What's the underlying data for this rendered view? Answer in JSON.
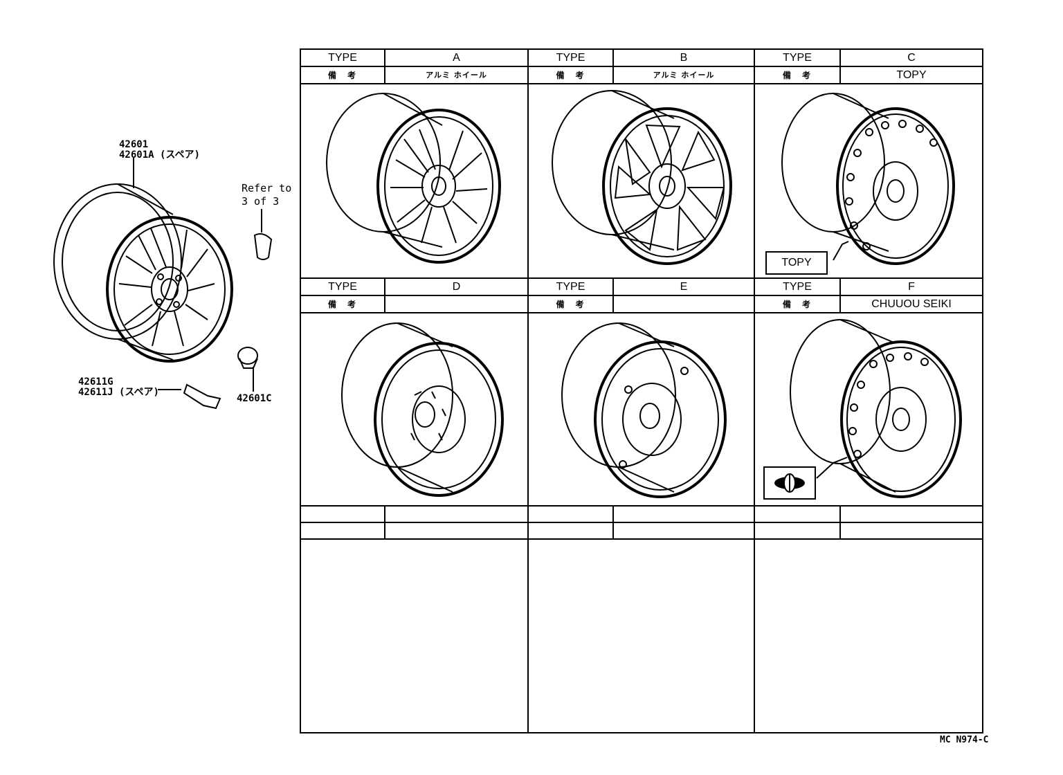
{
  "left_parts": {
    "wheel_part_no_1": "42601",
    "wheel_part_no_2": "42601A (スペア)",
    "refer_line_1": "Refer to",
    "refer_line_2": "3 of 3",
    "valve_part_no_1": "42611G",
    "valve_part_no_2": "42611J (スペア)",
    "nut_part_no": "42601C"
  },
  "table": {
    "type_label": "TYPE",
    "remarks_label": "備　考",
    "columns": [
      {
        "type": "A",
        "remark": "アルミ ホイール"
      },
      {
        "type": "B",
        "remark": "アルミ ホイール"
      },
      {
        "type": "C",
        "remark": "TOPY"
      },
      {
        "type": "D",
        "remark": ""
      },
      {
        "type": "E",
        "remark": ""
      },
      {
        "type": "F",
        "remark": "CHUUOU SEIKI"
      }
    ],
    "topy_badge": "TOPY"
  },
  "footer": {
    "code": "MC  N974-C"
  }
}
